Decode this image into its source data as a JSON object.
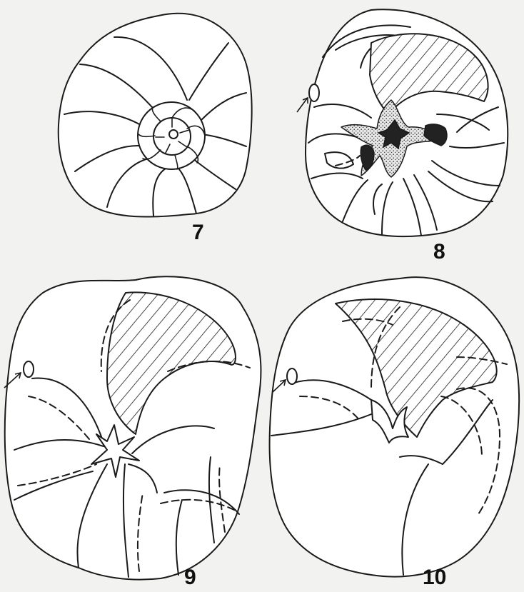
{
  "figures": [
    {
      "id": "fig-7",
      "label": "7"
    },
    {
      "id": "fig-8",
      "label": "8"
    },
    {
      "id": "fig-9",
      "label": "9"
    },
    {
      "id": "fig-10",
      "label": "10"
    }
  ]
}
